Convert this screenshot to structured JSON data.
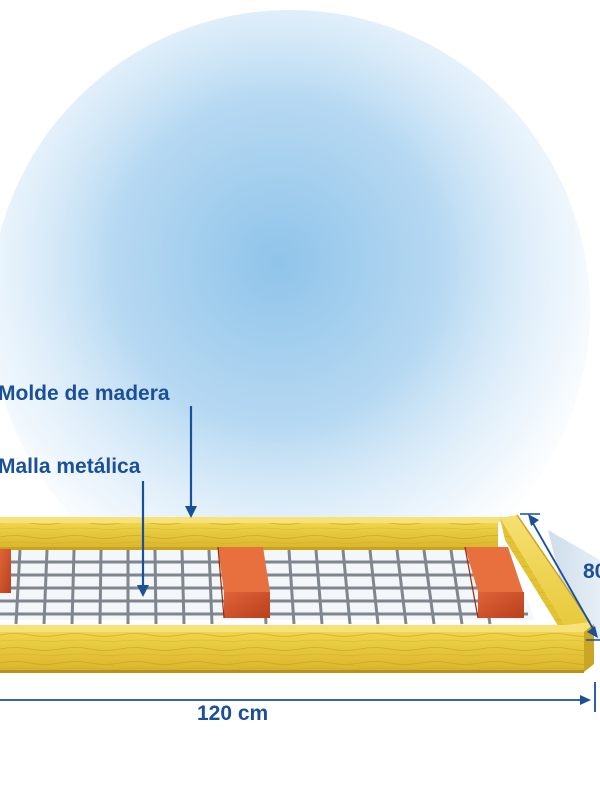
{
  "labels": {
    "mold": "Molde de madera",
    "mesh": "Malla metálica",
    "width": "120 cm",
    "depth": "80"
  },
  "colors": {
    "text": "#1a4f9a",
    "wood": "#e8c93a",
    "wood_dark": "#c9a21f",
    "brick": "#d8542a",
    "mesh": "#8a9199",
    "sky": "#8fc4ea"
  },
  "icons": [
    "arrow-down-icon",
    "dimension-arrow-icon"
  ]
}
